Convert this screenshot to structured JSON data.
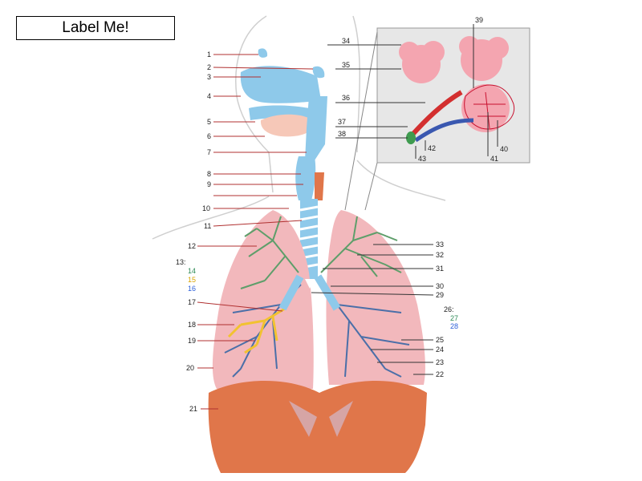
{
  "title": "Label Me!",
  "colors": {
    "airway": "#8ec9ea",
    "lung": "#f2b8bc",
    "diaphragm": "#e0764a",
    "bronchi_green": "#5e9e6a",
    "bronchi_blue": "#4b6fa8",
    "bronchi_yellow": "#f2c230",
    "leader_left": "#b03030",
    "leader_right": "#333333",
    "label_green": "#2e8b57",
    "label_yellow": "#d9a400",
    "label_blue": "#2b5fd9"
  },
  "labels": {
    "n1": "1",
    "n2": "2",
    "n3": "3",
    "n4": "4",
    "n5": "5",
    "n6": "6",
    "n7": "7",
    "n8": "8",
    "n9": "9",
    "n10": "10",
    "n11": "11",
    "n12": "12",
    "n13": "13:",
    "n14": "14",
    "n15": "15",
    "n16": "16",
    "n17": "17",
    "n18": "18",
    "n19": "19",
    "n20": "20",
    "n21": "21",
    "n22": "22",
    "n23": "23",
    "n24": "24",
    "n25": "25",
    "n26": "26:",
    "n27": "27",
    "n28": "28",
    "n29": "29",
    "n30": "30",
    "n31": "31",
    "n32": "32",
    "n33": "33",
    "n34": "34",
    "n35": "35",
    "n36": "36",
    "n37": "37",
    "n38": "38",
    "n39": "39",
    "n40": "40",
    "n41": "41",
    "n42": "42",
    "n43": "43"
  }
}
